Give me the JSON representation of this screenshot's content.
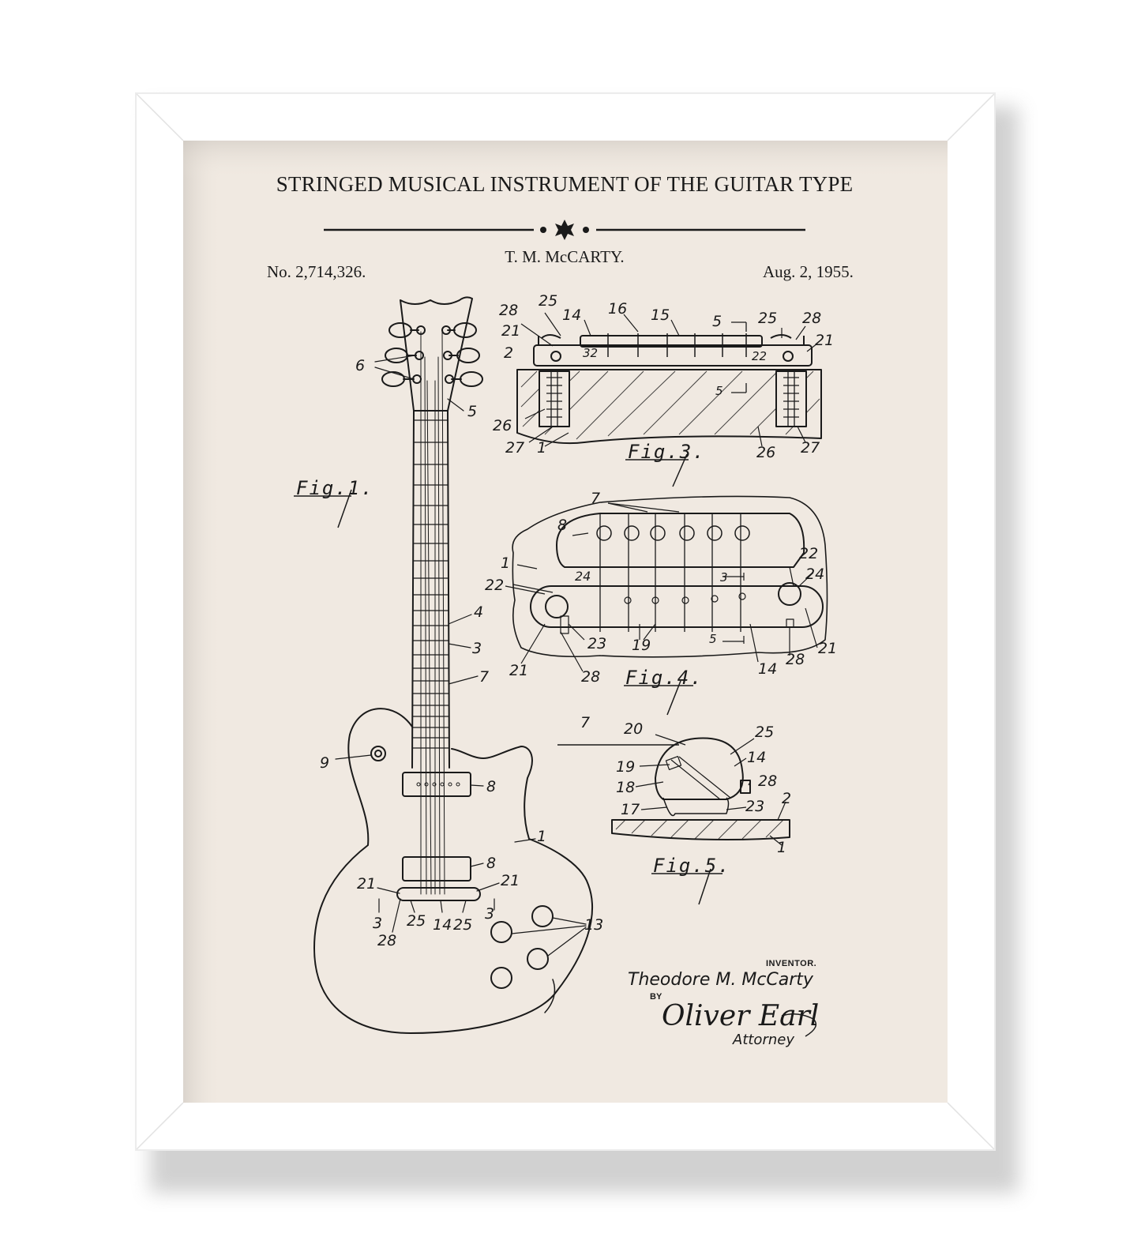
{
  "patent": {
    "title": "STRINGED MUSICAL INSTRUMENT OF THE GUITAR TYPE",
    "inventor": "T. M. McCARTY.",
    "number": "No. 2,714,326.",
    "date": "Aug. 2, 1955."
  },
  "figures": {
    "fig1": "Fig.1.",
    "fig3": "Fig.3.",
    "fig4": "Fig.4.",
    "fig5": "Fig.5."
  },
  "reference_labels": [
    {
      "id": "r1",
      "text": "6"
    },
    {
      "id": "r2",
      "text": "5"
    },
    {
      "id": "r3",
      "text": "4"
    },
    {
      "id": "r4",
      "text": "3"
    },
    {
      "id": "r5",
      "text": "7"
    },
    {
      "id": "r6",
      "text": "9"
    },
    {
      "id": "r7",
      "text": "8"
    },
    {
      "id": "r8",
      "text": "1"
    },
    {
      "id": "r9",
      "text": "8"
    },
    {
      "id": "r10",
      "text": "21"
    },
    {
      "id": "r11",
      "text": "21"
    },
    {
      "id": "r12",
      "text": "3"
    },
    {
      "id": "r13",
      "text": "25"
    },
    {
      "id": "r14",
      "text": "14"
    },
    {
      "id": "r15",
      "text": "25"
    },
    {
      "id": "r16",
      "text": "3"
    },
    {
      "id": "r17",
      "text": "28"
    },
    {
      "id": "r18",
      "text": "13"
    },
    {
      "id": "r19",
      "text": "28"
    },
    {
      "id": "r20",
      "text": "25"
    },
    {
      "id": "r21",
      "text": "14"
    },
    {
      "id": "r22",
      "text": "16"
    },
    {
      "id": "r23",
      "text": "15"
    },
    {
      "id": "r24",
      "text": "5"
    },
    {
      "id": "r25",
      "text": "25"
    },
    {
      "id": "r26",
      "text": "28"
    },
    {
      "id": "r27",
      "text": "21"
    },
    {
      "id": "r28",
      "text": "2"
    },
    {
      "id": "r29",
      "text": "32"
    },
    {
      "id": "r30",
      "text": "22"
    },
    {
      "id": "r31",
      "text": "21"
    },
    {
      "id": "r32",
      "text": "26"
    },
    {
      "id": "r33",
      "text": "27"
    },
    {
      "id": "r34",
      "text": "1"
    },
    {
      "id": "r35",
      "text": "5"
    },
    {
      "id": "r36",
      "text": "26"
    },
    {
      "id": "r37",
      "text": "27"
    },
    {
      "id": "r38",
      "text": "7"
    },
    {
      "id": "r39",
      "text": "8"
    },
    {
      "id": "r40",
      "text": "1"
    },
    {
      "id": "r41",
      "text": "22"
    },
    {
      "id": "r42",
      "text": "24"
    },
    {
      "id": "r43",
      "text": "3"
    },
    {
      "id": "r44",
      "text": "22"
    },
    {
      "id": "r45",
      "text": "24"
    },
    {
      "id": "r46",
      "text": "21"
    },
    {
      "id": "r47",
      "text": "23"
    },
    {
      "id": "r48",
      "text": "19"
    },
    {
      "id": "r49",
      "text": "5"
    },
    {
      "id": "r50",
      "text": "28"
    },
    {
      "id": "r51",
      "text": "14"
    },
    {
      "id": "r52",
      "text": "28"
    },
    {
      "id": "r53",
      "text": "21"
    },
    {
      "id": "r54",
      "text": "7"
    },
    {
      "id": "r55",
      "text": "20"
    },
    {
      "id": "r56",
      "text": "25"
    },
    {
      "id": "r57",
      "text": "19"
    },
    {
      "id": "r58",
      "text": "14"
    },
    {
      "id": "r59",
      "text": "18"
    },
    {
      "id": "r60",
      "text": "28"
    },
    {
      "id": "r61",
      "text": "17"
    },
    {
      "id": "r62",
      "text": "23"
    },
    {
      "id": "r63",
      "text": "2"
    },
    {
      "id": "r64",
      "text": "1"
    }
  ],
  "signature": {
    "inventor_caption": "INVENTOR.",
    "inventor_signature": "Theodore M. McCarty",
    "by": "BY",
    "attorney_signature": "Oliver Earl",
    "attorney_caption": "Attorney"
  },
  "colors": {
    "paper": "#f0e9e1",
    "ink": "#1a1a1a",
    "frame": "#ffffff",
    "frame_bevel": "#e4e4e4"
  }
}
